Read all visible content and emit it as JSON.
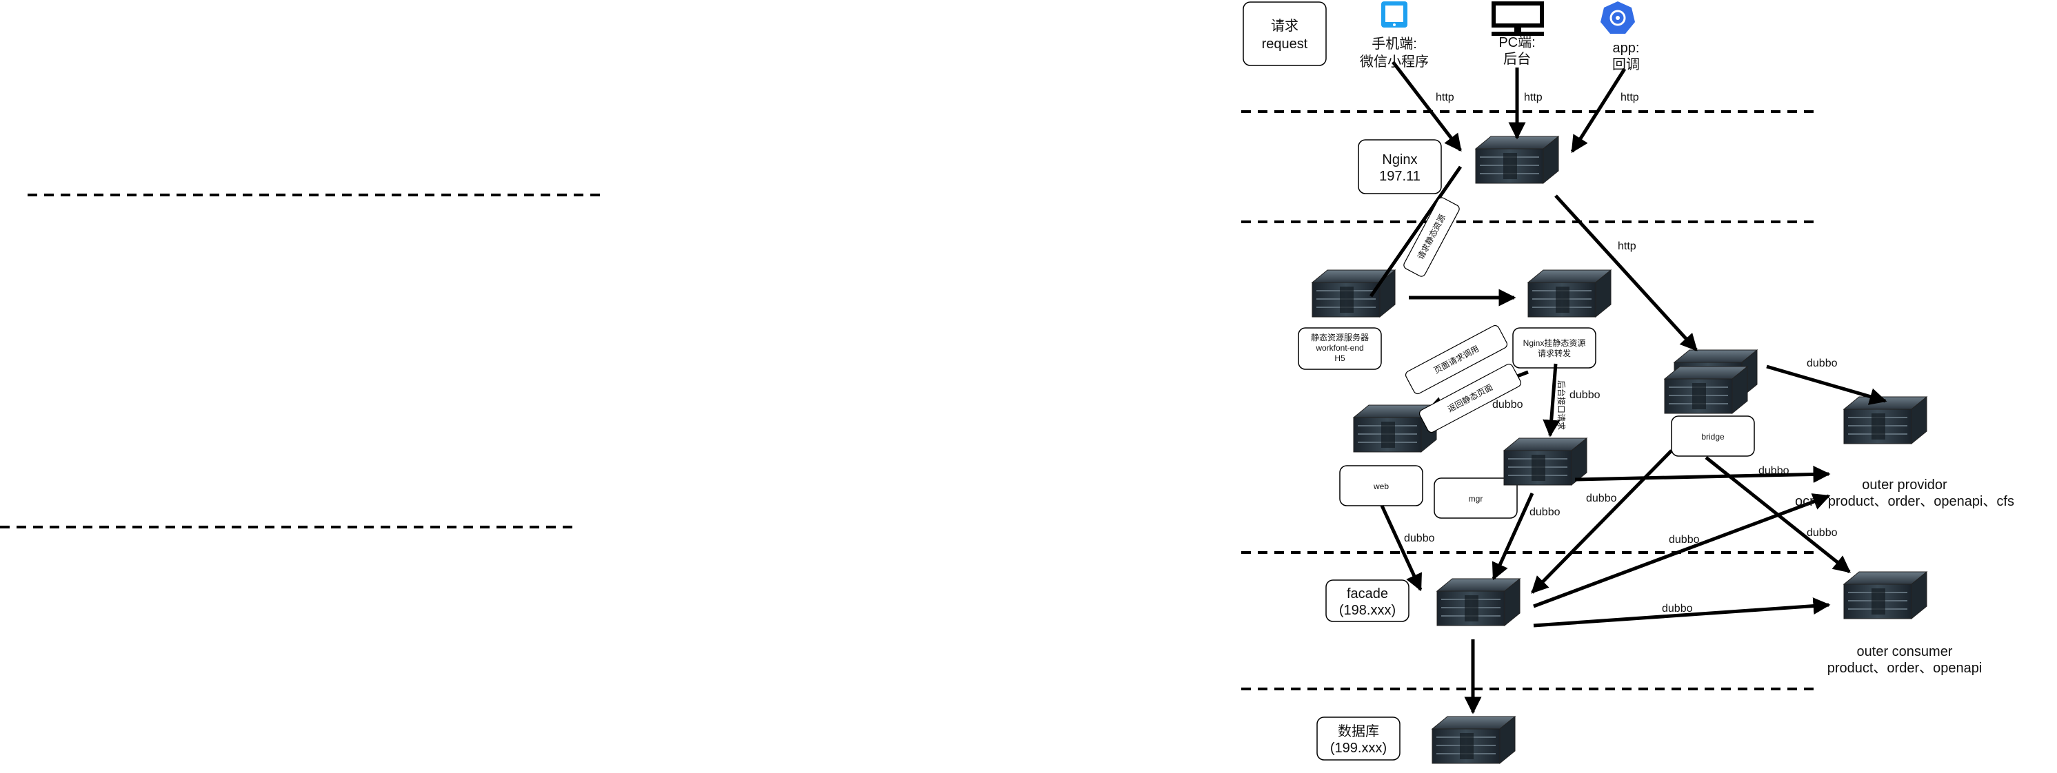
{
  "labels": {
    "request_l1": "请求",
    "request_l2": "request",
    "mobile_l1": "手机端:",
    "mobile_l2": "微信小程序",
    "pc_l1": "PC端:",
    "pc_l2": "后台",
    "app_l1": "app:",
    "app_l2": "回调",
    "nginx_l1": "Nginx",
    "nginx_l2": "197.11",
    "static_l1": "静态资源服务器",
    "static_l2": "workfont-end",
    "static_l3": "H5",
    "nginxstatic_l1": "Nginx挂静态资源",
    "nginxstatic_l2": "请求转发",
    "web": "web",
    "mgr": "mgr",
    "bridge": "bridge",
    "facade_l1": "facade",
    "facade_l2": "(198.xxx)",
    "db_l1": "数据库",
    "db_l2": "(199.xxx)",
    "providor_l1": "outer providor",
    "providor_l2": "ocr、product、order、openapi、cfs",
    "consumer_l1": "outer consumer",
    "consumer_l2": "product、order、openapi"
  },
  "edge_labels": {
    "http_mobile": "http",
    "http_pc": "http",
    "http_app": "http",
    "http_bridge": "http",
    "dubbo_bridge_prov": "dubbo",
    "dubbo_web_mgr": "dubbo",
    "dubbo_mgr_prov": "dubbo",
    "dubbo_bridge_facade": "dubbo",
    "dubbo_mgr_facade": "dubbo",
    "dubbo_web_facade": "dubbo",
    "dubbo_facade_prov": "dubbo",
    "dubbo_bridge_cons": "dubbo",
    "dubbo_facade_cons": "dubbo",
    "dubbo_nginx_mgr": "dubbo"
  },
  "rotated_tags": {
    "tag1": "请求静态资源",
    "tag2": "返回静态页面",
    "tag3": "页面请求调用",
    "tag4": "后台接口请求"
  }
}
